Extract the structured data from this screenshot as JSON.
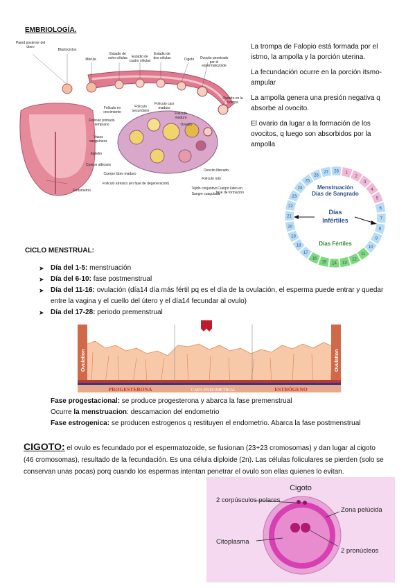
{
  "title": "EMBRIOLOGÍA.",
  "intro": [
    "La trompa de Falopio está formada por el istmo, la ampolla y la porción uterina.",
    "La fecundación ocurre en la porción itsmo-ampular",
    "La ampolla genera una presión negativa q absorbe al ovocito.",
    "El ovario da lugar a la formación de los ovocitos, q luego son absorbidos por la ampolla"
  ],
  "anatomy_labels": {
    "pared": "Pared posterior del útero",
    "blastocistos": "Blastocistos",
    "morula": "Mórula",
    "ocho": "Estadio de ocho células",
    "cuatro": "Estadio de cuatro células",
    "dos": "Estadio de dos células",
    "cigoto": "Cigoto",
    "ovocito_pen": "Ovocito penetrado por el espermatozoide",
    "ovocito_trompa": "Ovocito en la trompa",
    "fol_crec": "Folículo en crecimiento",
    "fol_sec": "Folículo secundario",
    "fol_casi": "Folículo casi maduro",
    "fol_maduro": "Folículo maduro",
    "ovocito": "Ovocito",
    "fol_prim": "Folículo primario temprano",
    "vasos": "Vasos sanguíneos",
    "epitelio": "Epitelio",
    "albicans": "Cuerpo albicans",
    "luteo_maduro": "Cuerpo lúteo maduro",
    "atresico": "Folículo atrésico (en fase de degeneración)",
    "endometrio": "Endometrio",
    "liberado": "Ovocito liberado",
    "roto": "Folículo roto",
    "tejido": "Tejido conjuntivo",
    "sangre": "Sangre coagulada",
    "luteo_form": "Cuerpo lúteo en fase de formación"
  },
  "cycle_wheel": {
    "days": [
      "1",
      "2",
      "3",
      "4",
      "5",
      "6",
      "7",
      "8",
      "9",
      "10",
      "11",
      "12",
      "13",
      "14",
      "15",
      "16",
      "17",
      "18",
      "19",
      "20",
      "21",
      "22",
      "23",
      "24",
      "25",
      "26",
      "27",
      "28"
    ],
    "menstruacion": "Menstruación",
    "sangrado": "Días de Sangrado",
    "infertiles_1": "Días",
    "infertiles_2": "Infértiles",
    "fertiles": "Días Fértiles",
    "colors": {
      "menstrual": "#f4b8d4",
      "fertile": "#7ed97a",
      "infertile": "#b9dcf5",
      "text": "#2a4f8c"
    }
  },
  "cycle_title": "CICLO MENSTRUAL:",
  "cycle_days": [
    {
      "label": "Día del 1-5:",
      "text": " menstruación"
    },
    {
      "label": "Día del 6-10:",
      "text": " fase postmenstrual"
    },
    {
      "label": "Día del 11-16:",
      "text": " ovulación (día14 día más fértil pq es el día de la ovulación, el esperma puede entrar y quedar entre la vagina y el cuello del útero y el día14 fecundar al ovulo)"
    },
    {
      "label": "Día del 17-28:",
      "text": " periodo premenstrual"
    }
  ],
  "endometrium": {
    "ovulation": "Ovulation",
    "progesterona": "PROGESTERONA",
    "capa": "CAPA ENDOMETRIAL",
    "estrogeno": "ESTRÓGENO"
  },
  "phases": {
    "p1_bold": "Fase progestacional:",
    "p1_text": " se produce progesterona y abarca la fase premenstrual",
    "p2_pre": "Ocurre ",
    "p2_bold": "la menstruacion",
    "p2_text": ": descamacion del endometrio",
    "p3_bold": "Fase estrogenica:",
    "p3_text": " se producen estrogenos q restituyen el endometrio.  Abarca la fase postmenstrual"
  },
  "cigoto": {
    "head": "CIGOTO:",
    "text": " el ovulo es fecundado por el espermatozoide, se fusionan (23+23 cromosomas) y dan lugar al cigoto (46 cromosomas), resultado de la fecundación.  Es una célula diploide (2n). Las células foliculares se pierden (solo se conservan unas pocas) porq cuando los espermas intentan penetrar el ovulo son ellas quienes lo evitan."
  },
  "zygote_diagram": {
    "title": "Cigoto",
    "polares": "2 corpúsculos polares",
    "zona": "Zona pelúcida",
    "citoplasma": "Citoplasma",
    "pronucleos": "2 pronúcleos"
  }
}
